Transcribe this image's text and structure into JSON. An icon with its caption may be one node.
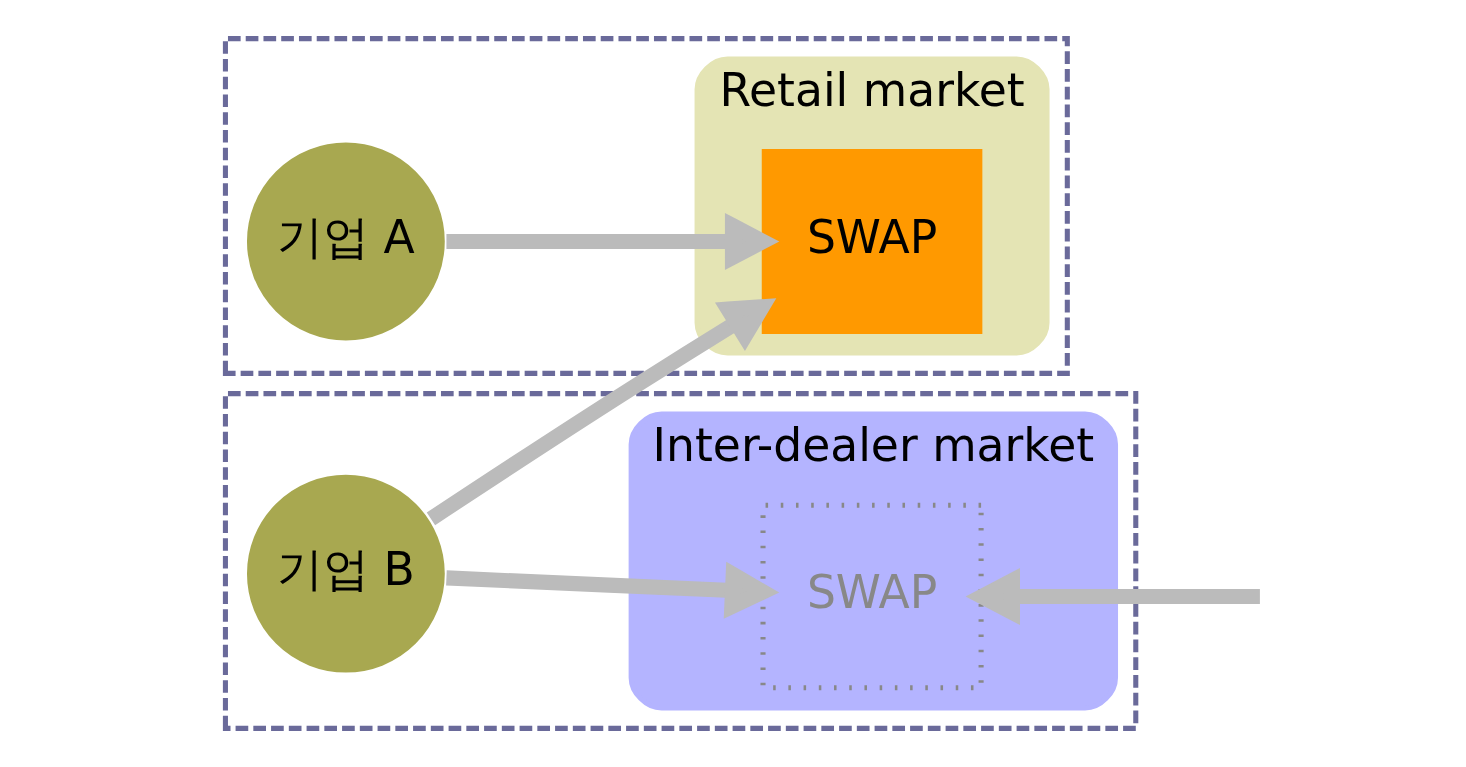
{
  "diagram": {
    "nodes": [
      {
        "text": [],
        "shape": "box"
      },
      {
        "text": [
          "Retail market"
        ],
        "in": 0
      },
      {
        "text": [
          "기업 A"
        ],
        "in": 0
      },
      {
        "text": [
          "SWAP"
        ],
        "in": 1
      },
      {
        "text": [],
        "shape": "box"
      },
      {
        "text": [
          "기업 B"
        ],
        "in": 4
      },
      {
        "text": [
          "Inter-dealer market"
        ],
        "in": 4
      },
      {
        "text": [
          "SWAP"
        ],
        "in": 6
      }
    ],
    "edges": [
      {
        "from": 2,
        "to": 3,
        "arrow": "to"
      },
      {
        "from": 5,
        "to": 3,
        "arrow": "to"
      },
      {
        "from": 5,
        "to": 7,
        "arrow": "to"
      },
      {
        "from": null,
        "to": 7,
        "arrow": "to"
      }
    ]
  }
}
